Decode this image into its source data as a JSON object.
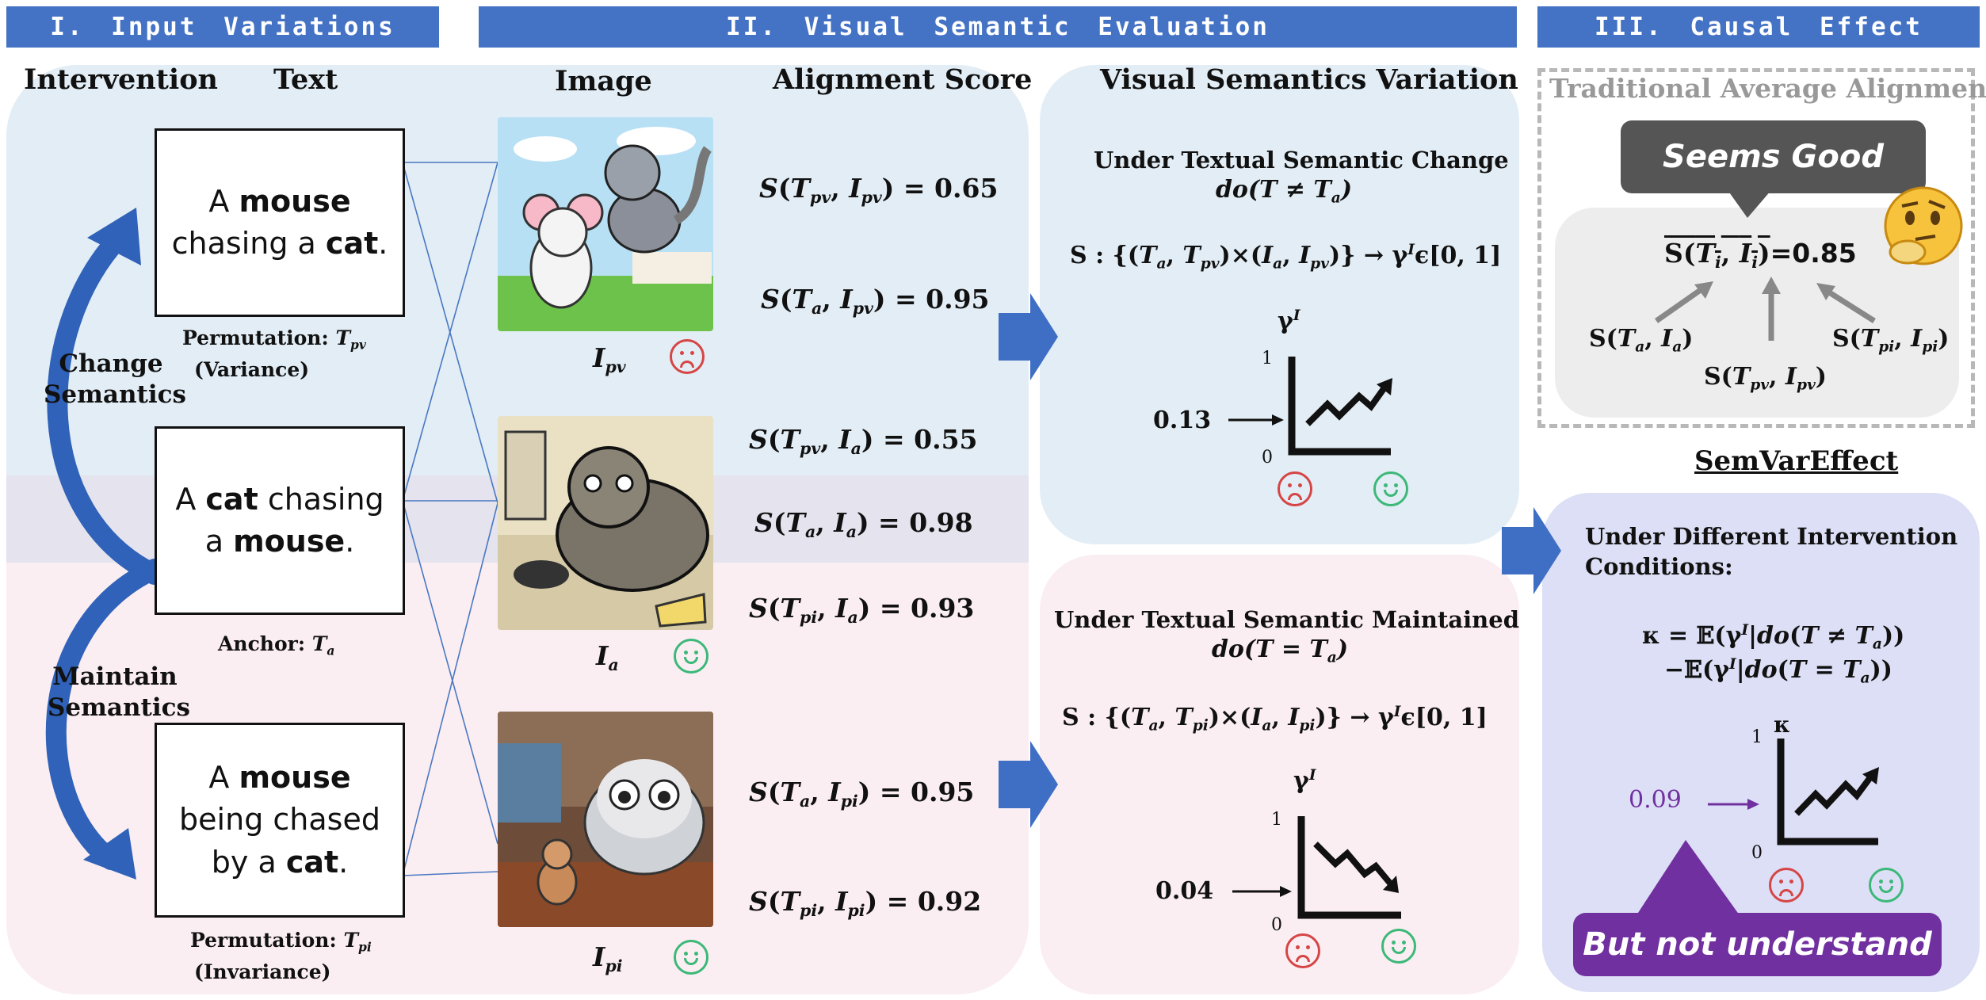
{
  "headers": {
    "input_variations": "I. Input Variations",
    "visual_semantic_evaluation": "II. Visual Semantic Evaluation",
    "causal_effect": "III. Causal Effect"
  },
  "column_headers": {
    "intervention": "Intervention",
    "text": "Text",
    "image": "Image",
    "alignment_score": "Alignment Score",
    "visual_semantics_variation": "Visual Semantics Variation"
  },
  "text_boxes": {
    "pv": {
      "line1_pre": "A ",
      "line1_bold": "mouse",
      "line2_pre": "chasing a ",
      "line2_bold": "cat",
      "line2_post": "."
    },
    "a": {
      "line1_pre": "A ",
      "line1_bold": "cat",
      "line1_post": " chasing",
      "line2_pre": "a ",
      "line2_bold": "mouse",
      "line2_post": "."
    },
    "pi": {
      "line1_pre": "A ",
      "line1_bold": "mouse",
      "line2_pre": "being chased",
      "line3_pre": "by a ",
      "line3_bold": "cat",
      "line3_post": "."
    }
  },
  "captions": {
    "pv_label": "Permutation:",
    "pv_sym": "T",
    "pv_sub": "pv",
    "pv_note": "(Variance)",
    "a_label": "Anchor:",
    "a_sym": "T",
    "a_sub": "a",
    "pi_label": "Permutation:",
    "pi_sym": "T",
    "pi_sub": "pi",
    "pi_note": "(Invariance)"
  },
  "interventions": {
    "change": "Change Semantics",
    "maintain": "Maintain Semantics"
  },
  "images": {
    "pv": {
      "sym": "I",
      "sub": "pv",
      "face": "sad-face-icon"
    },
    "a": {
      "sym": "I",
      "sub": "a",
      "face": "happy-face-icon"
    },
    "pi": {
      "sym": "I",
      "sub": "pi",
      "face": "happy-face-icon"
    }
  },
  "scores": [
    {
      "t": "pv",
      "i": "pv",
      "value": "0.65"
    },
    {
      "t": "a",
      "i": "pv",
      "value": "0.95"
    },
    {
      "t": "pv",
      "i": "a",
      "value": "0.55"
    },
    {
      "t": "a",
      "i": "a",
      "value": "0.98"
    },
    {
      "t": "pi",
      "i": "a",
      "value": "0.93"
    },
    {
      "t": "a",
      "i": "pi",
      "value": "0.95"
    },
    {
      "t": "pi",
      "i": "pi",
      "value": "0.92"
    }
  ],
  "variation_change": {
    "title": "Under Textual Semantic Change",
    "do": "do(T ≠ T",
    "do_sub": "a",
    "formula_left": "S : {(T",
    "formula_right": "[0, 1]",
    "axis_top": "1",
    "axis_bottom": "0",
    "gamma": "γ",
    "gamma_sup": "I",
    "value": "0.13",
    "trend": "up"
  },
  "variation_maintain": {
    "title": "Under Textual Semantic Maintained",
    "do": "do(T = T",
    "do_sub": "a",
    "axis_top": "1",
    "axis_bottom": "0",
    "gamma": "γ",
    "gamma_sup": "I",
    "value": "0.04",
    "trend": "down"
  },
  "traditional": {
    "title": "Traditional Average Alignment",
    "bubble": "Seems Good",
    "avg_value": "=0.85"
  },
  "semvar": {
    "title": "SemVarEffect",
    "condition_line1": "Under Different Intervention",
    "condition_line2": "Conditions:",
    "kappa": "κ",
    "axis_top": "1",
    "axis_bottom": "0",
    "value": "0.09",
    "bubble": "But not understand"
  },
  "colors": {
    "header_blue": "#4472c4",
    "panel_blue": "#e3eef6",
    "panel_pink": "#fbeef2",
    "panel_lavender": "#dcdff5",
    "purple": "#7030a0",
    "sad_red": "#d64545",
    "happy_green": "#3cb878"
  }
}
